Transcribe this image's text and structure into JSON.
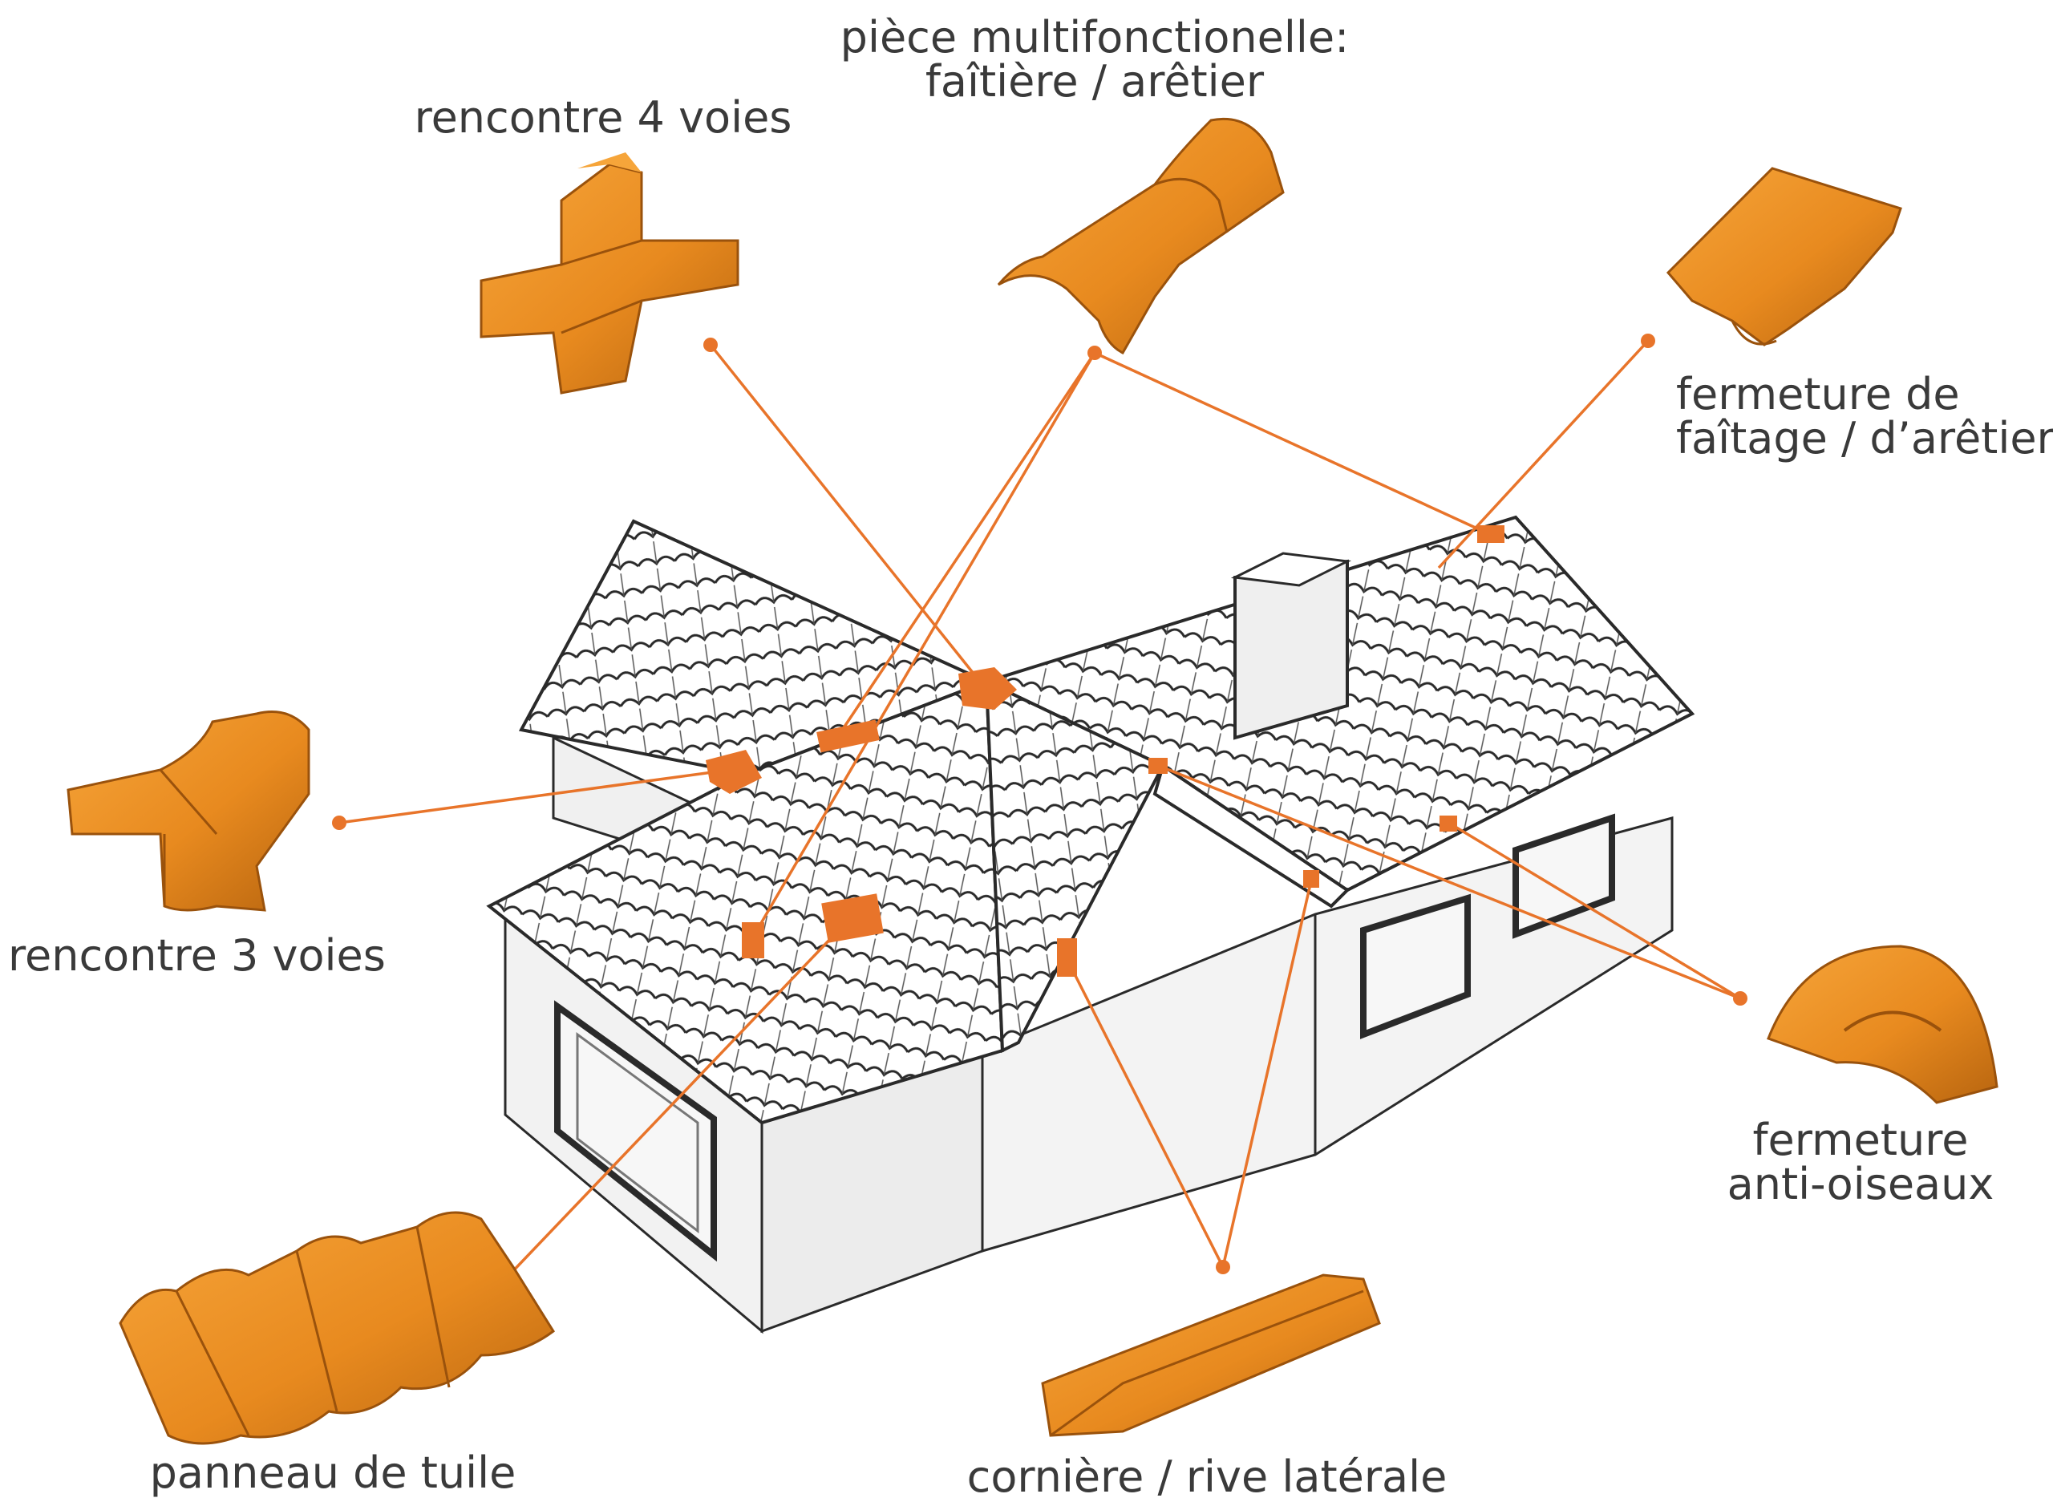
{
  "labels": {
    "multi_line1": "pièce multifonctionelle:",
    "multi_line2": "faîtière / arêtier",
    "four_way": "rencontre 4 voies",
    "ridge_close_line1": "fermeture de",
    "ridge_close_line2": "faîtage / d’arêtier",
    "three_way": "rencontre 3 voies",
    "bird_line1": "fermeture",
    "bird_line2": "anti-oiseaux",
    "panel": "panneau de tuile",
    "verge": "cornière / rive latérale"
  },
  "colors": {
    "accent": "#e8742a",
    "product": "#e88a1f",
    "product_dark": "#b8650f",
    "text": "#3a3a3a",
    "roof_line": "#2a2a2a",
    "wall": "#f2f2f2"
  }
}
